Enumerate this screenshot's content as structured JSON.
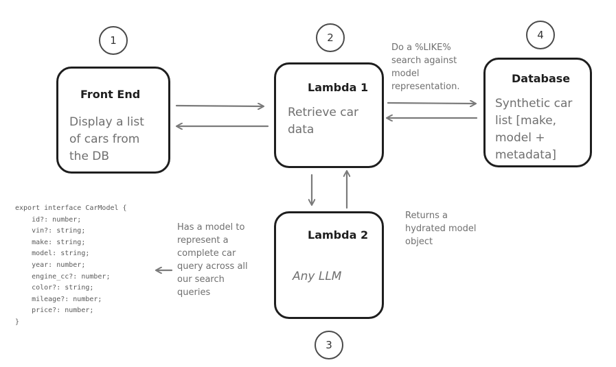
{
  "steps": [
    "1",
    "2",
    "3",
    "4"
  ],
  "front_end": {
    "title": "Front End",
    "lines": [
      "Display a list",
      "of cars from",
      "the DB"
    ]
  },
  "lambda1": {
    "title": "Lambda 1",
    "lines": [
      "Retrieve car",
      "data"
    ]
  },
  "database": {
    "title": "Database",
    "lines": [
      "Synthetic car",
      "list [make,",
      "model +",
      "metadata]"
    ]
  },
  "lambda2": {
    "title": "Lambda 2",
    "lines": [
      "Any LLM"
    ]
  },
  "notes": {
    "like_search": [
      "Do a %LIKE%",
      "search against",
      "model",
      "representation."
    ],
    "hydrated": [
      "Returns a",
      "hydrated model",
      "object"
    ],
    "model_desc": [
      "Has a model to",
      "represent a",
      "complete car",
      "query across all",
      "our search",
      "queries"
    ]
  },
  "code": [
    "export interface CarModel {",
    "    id?: number;",
    "    vin?: string;",
    "    make: string;",
    "    model: string;",
    "    year: number;",
    "    engine_cc?: number;",
    "    color?: string;",
    "    mileage?: number;",
    "    price?: number;",
    "}"
  ],
  "colors": {
    "box_border": "#1e1e1e",
    "arrow": "#7a7a7a",
    "muted_text": "#6f6f6f"
  }
}
